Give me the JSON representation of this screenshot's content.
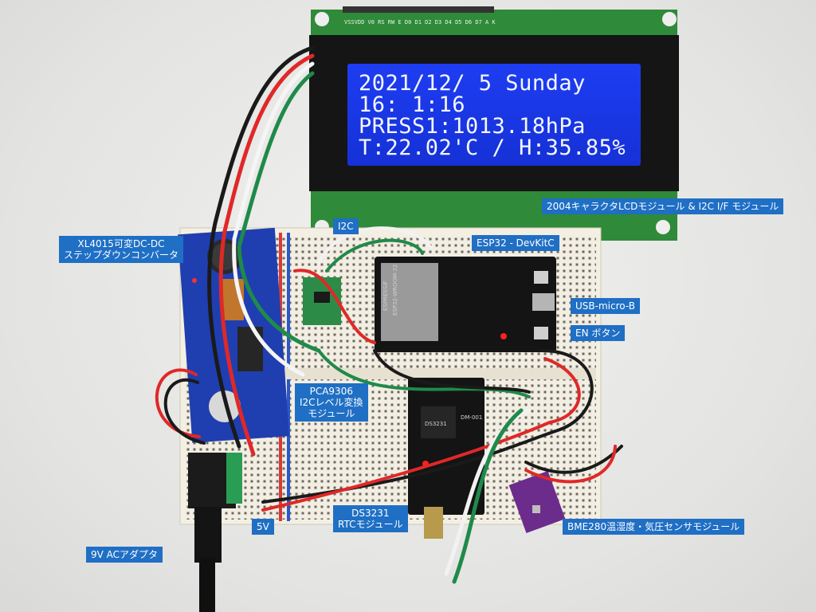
{
  "lcd": {
    "pin_header": "VSSVDD V0 RS RW E   D0 D1 D2 D3 D4 D5 D6 D7  A   K",
    "lines": [
      "2021/12/ 5 Sunday",
      "16: 1:16",
      "PRESS1:1013.18hPa",
      "T:22.02'C / H:35.85%"
    ]
  },
  "labels": {
    "lcd_module": "2004キャラクタLCDモジュール & I2C I/F モジュール",
    "i2c": "I2C",
    "esp32": "ESP32 - DevKitC",
    "xl4015_line1": "XL4015可変DC-DC",
    "xl4015_line2": "ステップダウンコンバータ",
    "usb": "USB-micro-B",
    "en_button": "EN ボタン",
    "pca_line1": "PCA9306",
    "pca_line2": "I2Cレベル変換",
    "pca_line3": "モジュール",
    "ds3231_line1": "DS3231",
    "ds3231_line2": "RTCモジュール",
    "v5": "5V",
    "bme280": "BME280温湿度・気圧センサモジュール",
    "ac_adapter": "9V ACアダプタ"
  },
  "chip_text": {
    "esp32_brand": "ESPRESSIF",
    "esp32_model": "ESP32-WROOM-32",
    "rtc_chip": "DS3231",
    "rtc_module": "DM-001"
  }
}
